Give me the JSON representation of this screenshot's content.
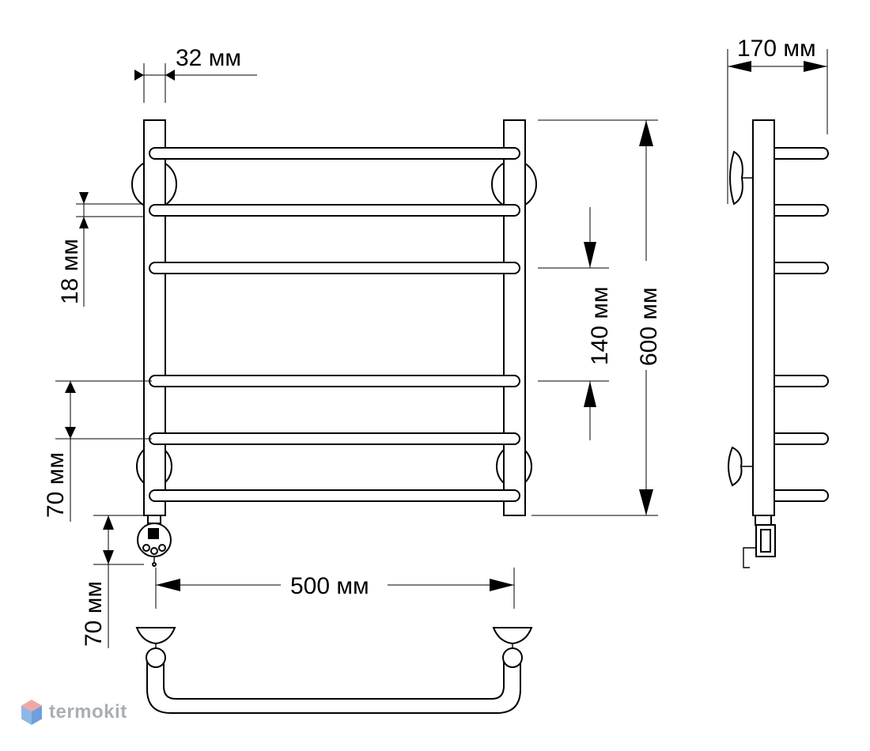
{
  "dimensions": {
    "post_width": "32 мм",
    "depth": "170 мм",
    "gap_between_rungs": "18 мм",
    "rung_spacing": "140 мм",
    "height": "600 мм",
    "mount_spacing": "70 мм",
    "heater_offset": "70 мм",
    "width": "500 мм"
  },
  "watermark": {
    "text": "termokit",
    "icon": "hexagon-logo-icon",
    "colors": {
      "top": "#f2a7a7",
      "bottom": "#8fb7e6"
    }
  },
  "colors": {
    "line": "#000000",
    "background": "#ffffff",
    "watermark_text": "#a9aeb4"
  }
}
